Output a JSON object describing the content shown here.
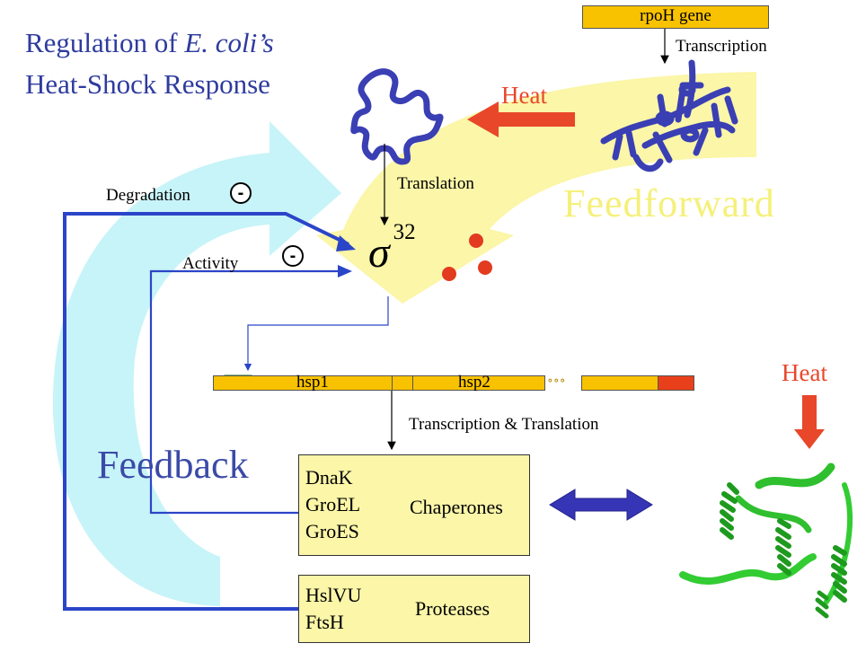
{
  "title": {
    "line1_prefix": "Regulation of ",
    "line1_italic": "E. coli’s",
    "line2": "Heat-Shock Response"
  },
  "gene_top": {
    "label": "rpoH gene"
  },
  "labels": {
    "transcription": "Transcription",
    "translation": "Translation",
    "heat_top": "Heat",
    "heat_right": "Heat",
    "feedforward": "Feedforward",
    "feedback": "Feedback",
    "degradation": "Degradation",
    "activity": "Activity",
    "transcription_translation": "Transcription & Translation",
    "minus": "-"
  },
  "sigma": {
    "symbol": "σ",
    "superscript": "32"
  },
  "operon": {
    "hsp1": "hsp1",
    "hsp2": "hsp2",
    "ellipsis": "∘∘∘"
  },
  "chaperones": {
    "items": "DnaK\nGroEL\nGroES",
    "group_label": "Chaperones"
  },
  "proteases": {
    "items": "HslVU\nFtsH",
    "group_label": "Proteases"
  },
  "colors": {
    "feedforward_arrow": "#fbf6a8",
    "feedback_arrow": "#c7f4f8",
    "protein": "#3a3fb4",
    "heat": "#e8472a",
    "gene": "#f8c200",
    "promoter": "#22dd22",
    "terminator": "#e8401a",
    "unfolded_protein": "#33cc33",
    "dots": "#e23b20"
  },
  "icons": [
    "heat-arrow-icon",
    "unfolded-protein-icon",
    "folded-protein-icon",
    "double-arrow-icon"
  ]
}
